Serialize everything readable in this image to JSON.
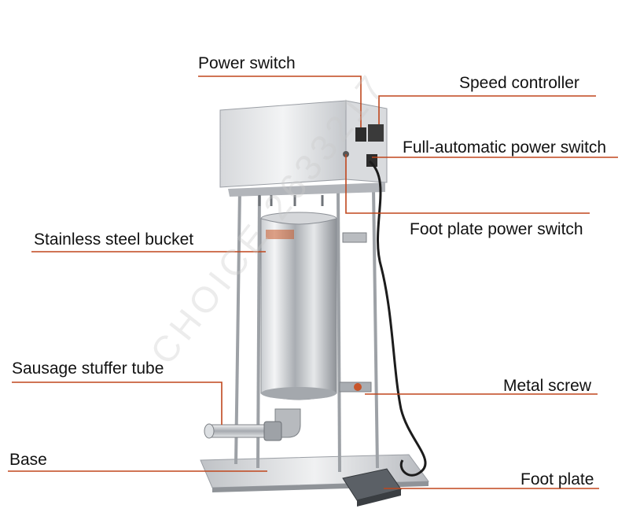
{
  "labels": {
    "power_switch": "Power switch",
    "speed_controller": "Speed controller",
    "full_auto_switch": "Full-automatic power switch",
    "foot_plate_power_switch": "Foot plate power switch",
    "stainless_bucket": "Stainless steel bucket",
    "stuffer_tube": "Sausage stuffer tube",
    "metal_screw": "Metal screw",
    "base": "Base",
    "foot_plate": "Foot plate"
  },
  "watermark": "CHOICE 2633217",
  "colors": {
    "leader_line": "#c0471d",
    "steel_light": "#eceef0",
    "steel_dark": "#8c9096",
    "pedal": "#555a60"
  }
}
